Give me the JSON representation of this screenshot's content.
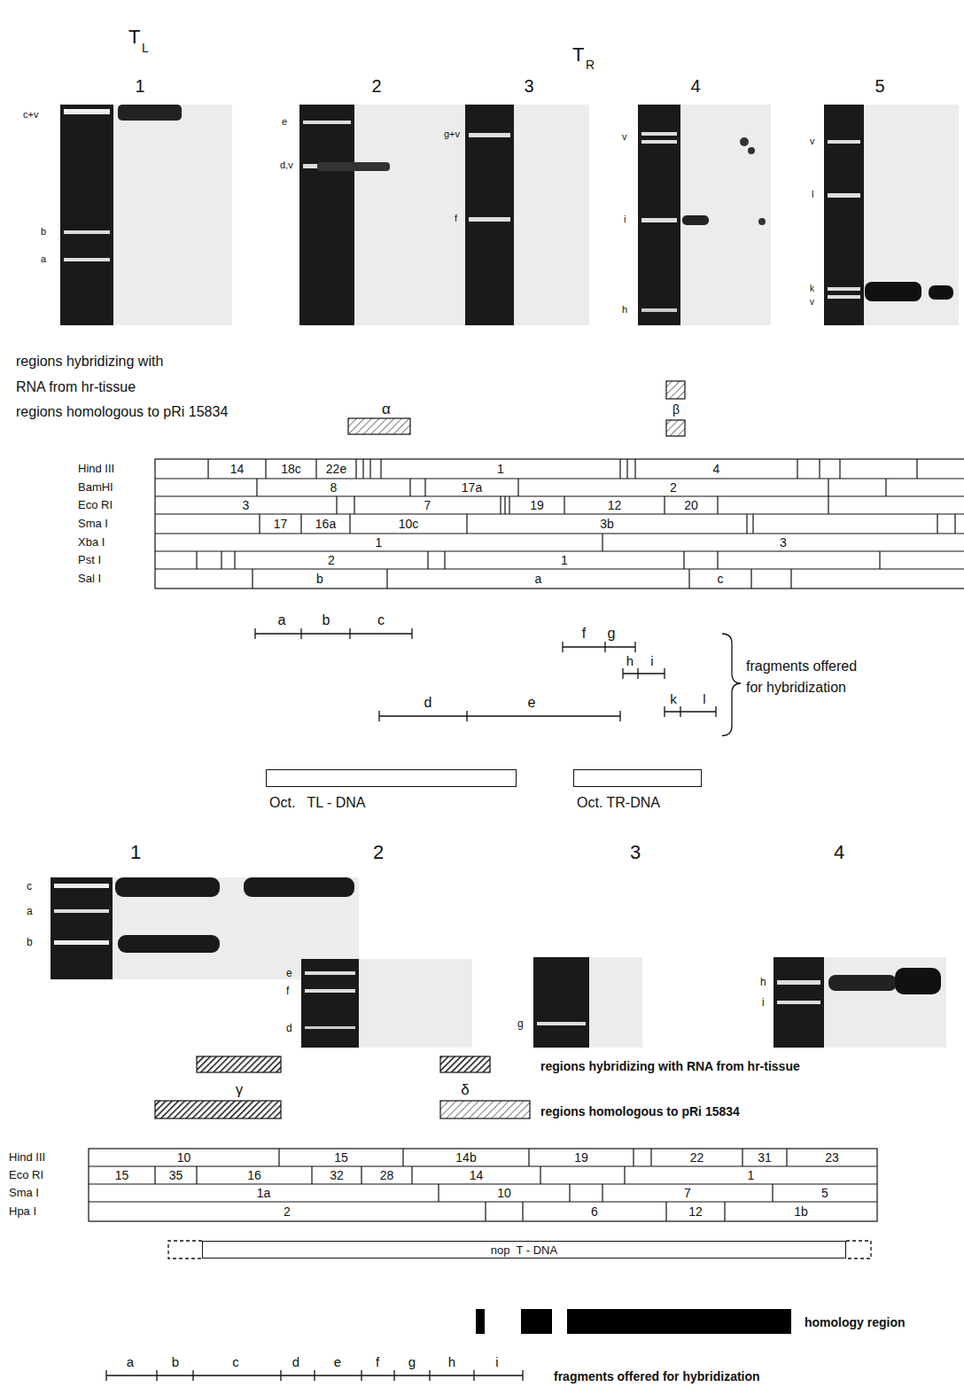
{
  "diagram": {
    "nodes": [
      {
        "text": [
          "14"
        ]
      },
      {
        "text": [
          "18c"
        ]
      },
      {
        "text": [
          "22e"
        ]
      },
      {
        "text": [
          "1"
        ]
      },
      {
        "text": [
          "4"
        ]
      },
      {
        "text": [
          "8"
        ]
      },
      {
        "text": [
          "17a"
        ]
      },
      {
        "text": [
          "2"
        ]
      },
      {
        "text": [
          "3"
        ]
      },
      {
        "text": [
          "7"
        ]
      },
      {
        "text": [
          "19"
        ]
      },
      {
        "text": [
          "12"
        ]
      },
      {
        "text": [
          "20"
        ]
      },
      {
        "text": [
          "17"
        ]
      },
      {
        "text": [
          "16a"
        ]
      },
      {
        "text": [
          "10c"
        ]
      },
      {
        "text": [
          "3b"
        ]
      },
      {
        "text": [
          "1"
        ]
      },
      {
        "text": [
          "3"
        ]
      },
      {
        "text": [
          "2"
        ]
      },
      {
        "text": [
          "1"
        ]
      },
      {
        "text": [
          "b"
        ]
      },
      {
        "text": [
          "a"
        ]
      },
      {
        "text": [
          "c"
        ]
      },
      {
        "text": [
          "Oct.   TL - DNA"
        ]
      },
      {
        "text": [
          "Oct. TR-DNA"
        ]
      },
      {
        "text": [
          "10"
        ]
      },
      {
        "text": [
          "15"
        ]
      },
      {
        "text": [
          "14b"
        ]
      },
      {
        "text": [
          "19"
        ]
      },
      {
        "text": [
          "22"
        ]
      },
      {
        "text": [
          "31"
        ]
      },
      {
        "text": [
          "23"
        ]
      },
      {
        "text": [
          "15"
        ]
      },
      {
        "text": [
          "35"
        ]
      },
      {
        "text": [
          "16"
        ]
      },
      {
        "text": [
          "32"
        ]
      },
      {
        "text": [
          "28"
        ]
      },
      {
        "text": [
          "14"
        ]
      },
      {
        "text": [
          "1"
        ]
      },
      {
        "text": [
          "1a"
        ]
      },
      {
        "text": [
          "10"
        ]
      },
      {
        "text": [
          "7"
        ]
      },
      {
        "text": [
          "5"
        ]
      },
      {
        "text": [
          "2"
        ]
      },
      {
        "text": [
          "6"
        ]
      },
      {
        "text": [
          "12"
        ]
      },
      {
        "text": [
          "1b"
        ]
      },
      {
        "text": [
          "nop  T - DNA"
        ]
      }
    ],
    "labels": [
      "T",
      "L",
      "T",
      "R",
      "1",
      "2",
      "3",
      "4",
      "5",
      "c+v",
      "b",
      "a",
      "e",
      "d,v",
      "g+v",
      "f",
      "v",
      "i",
      "h",
      "v",
      "l",
      "k",
      "v",
      "regions hybridizing with",
      "RNA from hr-tissue",
      "regions homologous to pRi 15834",
      "α",
      "β",
      "Hind III",
      "BamHI",
      "Eco RI",
      "Sma I",
      "Xba I",
      "Pst I",
      "Sal I",
      "a",
      "b",
      "c",
      "f",
      "g",
      "h",
      "i",
      "d",
      "e",
      "k",
      "l",
      "fragments offered",
      "for hybridization",
      "1",
      "2",
      "3",
      "4",
      "c",
      "a",
      "b",
      "e",
      "f",
      "d",
      "g",
      "h",
      "i",
      "regions hybridizing with RNA from hr-tissue",
      "γ",
      "δ",
      "regions homologous to pRi 15834",
      "Hind III",
      "Eco RI",
      "Sma I",
      "Hpa I",
      "homology region",
      "a",
      "b",
      "c",
      "d",
      "e",
      "f",
      "g",
      "h",
      "i",
      "fragments offered for hybridization"
    ]
  }
}
